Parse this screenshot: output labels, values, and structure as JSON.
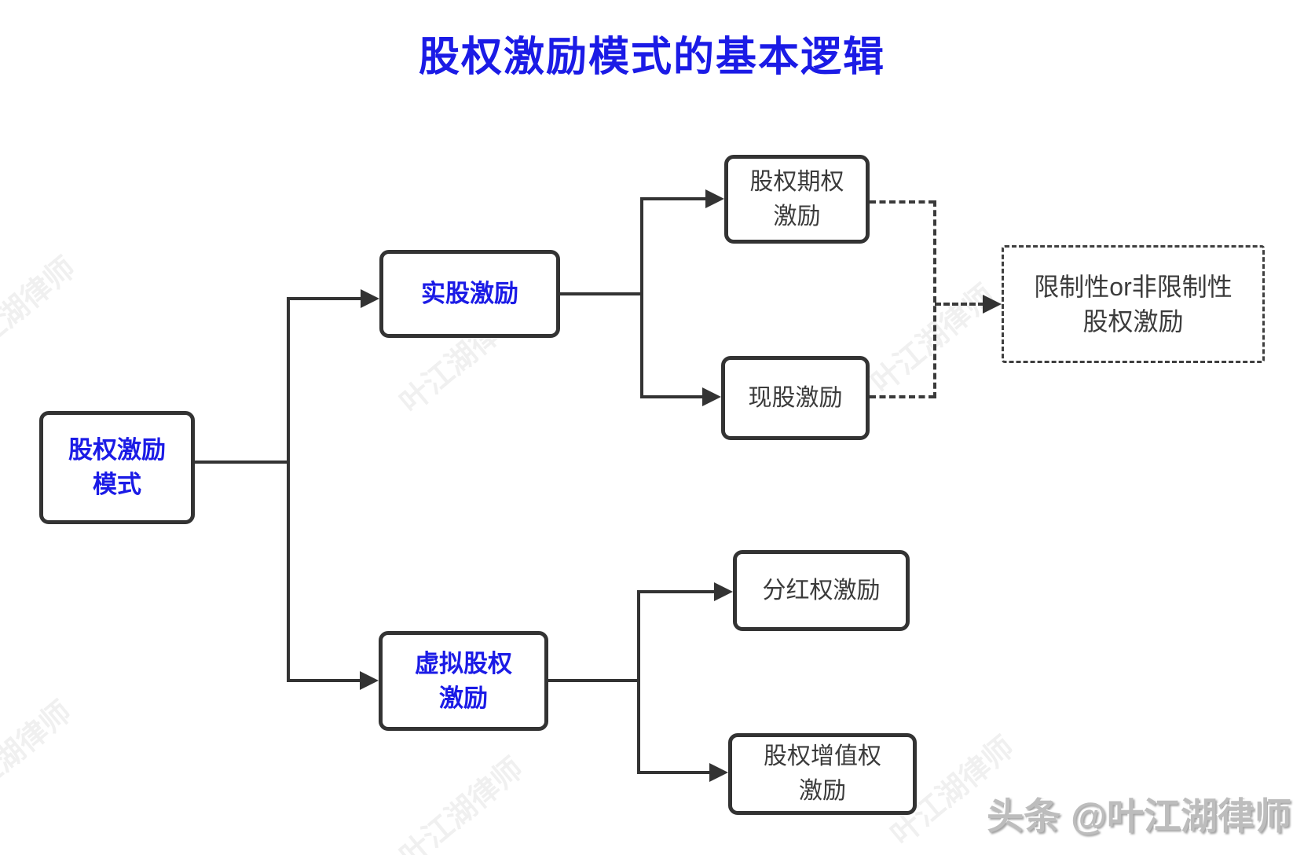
{
  "title": "股权激励模式的基本逻辑",
  "nodes": {
    "root": {
      "line1": "股权激励",
      "line2": "模式"
    },
    "real_equity": {
      "label": "实股激励"
    },
    "option_incentive": {
      "line1": "股权期权",
      "line2": "激励"
    },
    "current_stock": {
      "label": "现股激励"
    },
    "restricted_or_not": {
      "line1": "限制性or非限制性",
      "line2": "股权激励"
    },
    "virtual_equity": {
      "line1": "虚拟股权",
      "line2": "激励"
    },
    "dividend_right": {
      "label": "分红权激励"
    },
    "appreciation_right": {
      "line1": "股权增值权",
      "line2": "激励"
    }
  },
  "watermarks": {
    "diagonal_text": "叶江湖律师",
    "credit": "头条 @叶江湖律师"
  },
  "colors": {
    "accent_blue": "#1b1be6",
    "line_color": "#333333",
    "node_text_dark": "#3b3b3b",
    "watermark_gray": "#bdbdbd"
  }
}
